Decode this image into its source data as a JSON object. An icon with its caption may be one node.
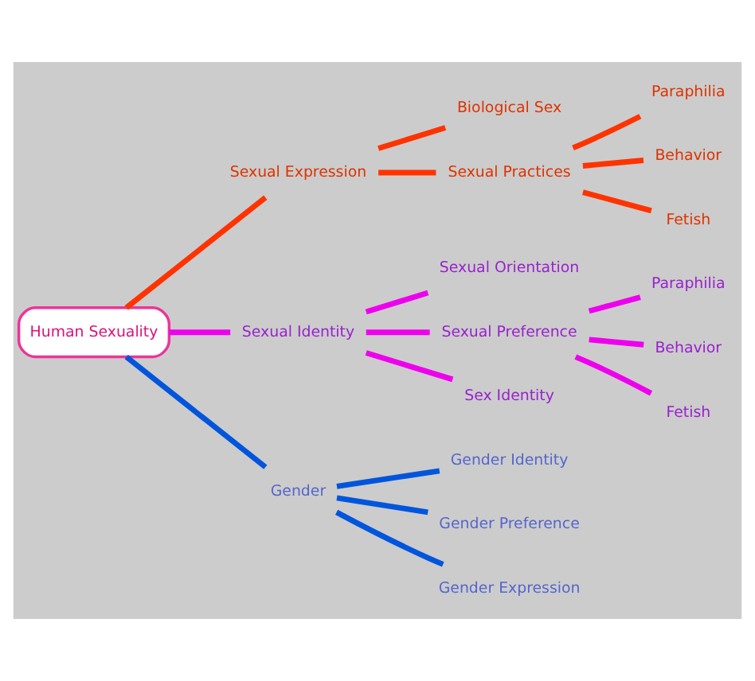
{
  "diagram": {
    "nodes": [
      {
        "text": [
          "Human Sexuality"
        ]
      },
      {
        "text": [
          "Sexual Expression"
        ]
      },
      {
        "text": [
          "Biological Sex"
        ]
      },
      {
        "text": [
          "Sexual Practices"
        ]
      },
      {
        "text": [
          "Paraphilia"
        ]
      },
      {
        "text": [
          "Behavior"
        ]
      },
      {
        "text": [
          "Fetish"
        ]
      },
      {
        "text": [
          "Sexual Identity"
        ]
      },
      {
        "text": [
          "Sexual Orientation"
        ]
      },
      {
        "text": [
          "Sexual Preference"
        ]
      },
      {
        "text": [
          "Paraphilia"
        ]
      },
      {
        "text": [
          "Behavior"
        ]
      },
      {
        "text": [
          "Fetish"
        ]
      },
      {
        "text": [
          "Sex Identity"
        ]
      },
      {
        "text": [
          "Gender"
        ]
      },
      {
        "text": [
          "Gender Identity"
        ]
      },
      {
        "text": [
          "Gender Preference"
        ]
      },
      {
        "text": [
          "Gender Expression"
        ]
      }
    ],
    "edges": [
      {
        "from": 0,
        "to": 1,
        "arrow": "none",
        "color": "#ff3300"
      },
      {
        "from": 1,
        "to": 2,
        "arrow": "none",
        "color": "#ff3300"
      },
      {
        "from": 1,
        "to": 3,
        "arrow": "none",
        "color": "#ff3300"
      },
      {
        "from": 3,
        "to": 4,
        "arrow": "none",
        "color": "#ff3300"
      },
      {
        "from": 3,
        "to": 5,
        "arrow": "none",
        "color": "#ff3300"
      },
      {
        "from": 3,
        "to": 6,
        "arrow": "none",
        "color": "#ff3300"
      },
      {
        "from": 0,
        "to": 7,
        "arrow": "none",
        "color": "#ee00ee"
      },
      {
        "from": 7,
        "to": 8,
        "arrow": "none",
        "color": "#ee00ee"
      },
      {
        "from": 7,
        "to": 9,
        "arrow": "none",
        "color": "#ee00ee"
      },
      {
        "from": 9,
        "to": 10,
        "arrow": "none",
        "color": "#ee00ee"
      },
      {
        "from": 9,
        "to": 11,
        "arrow": "none",
        "color": "#ee00ee"
      },
      {
        "from": 9,
        "to": 12,
        "arrow": "none",
        "color": "#ee00ee"
      },
      {
        "from": 7,
        "to": 13,
        "arrow": "none",
        "color": "#ee00ee"
      },
      {
        "from": 0,
        "to": 14,
        "arrow": "none",
        "color": "#0055dd"
      },
      {
        "from": 14,
        "to": 15,
        "arrow": "none",
        "color": "#0055dd"
      },
      {
        "from": 14,
        "to": 16,
        "arrow": "none",
        "color": "#0055dd"
      },
      {
        "from": 14,
        "to": 17,
        "arrow": "none",
        "color": "#0055dd"
      }
    ]
  }
}
